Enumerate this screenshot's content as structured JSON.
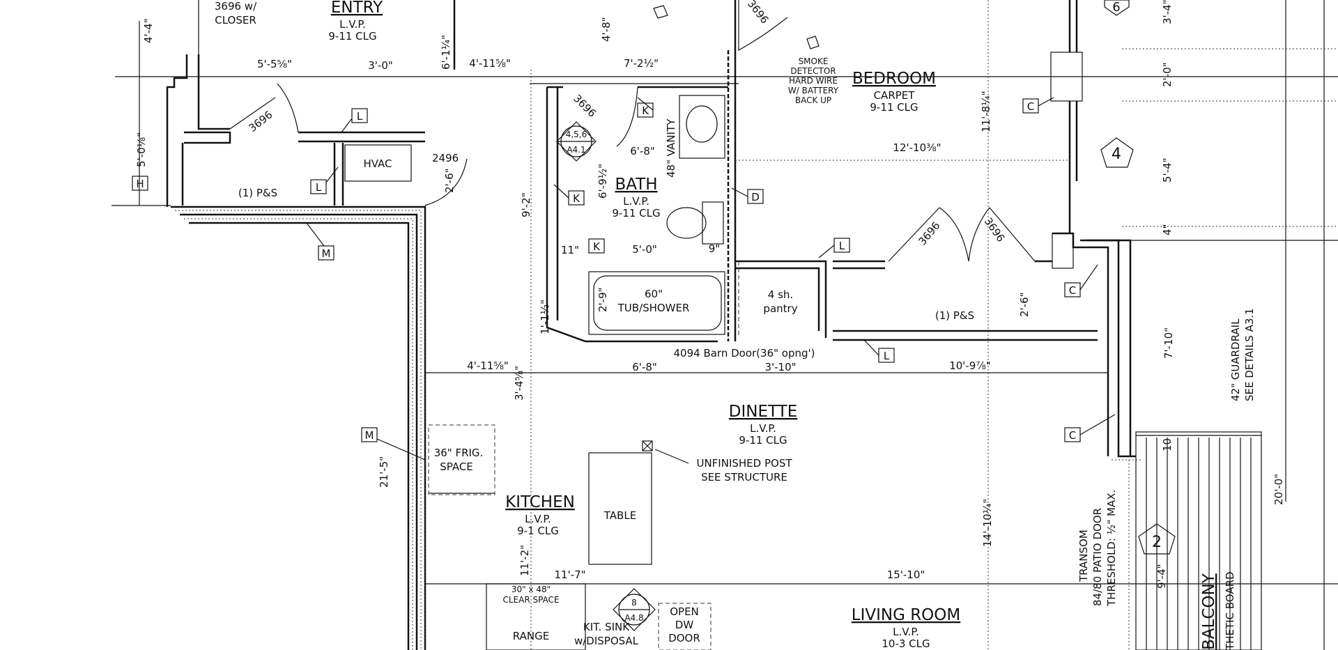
{
  "rooms": {
    "entry": {
      "name": "ENTRY",
      "floor": "L.V.P.",
      "ceiling": "9-11 CLG"
    },
    "bath": {
      "name": "BATH",
      "floor": "L.V.P.",
      "ceiling": "9-11 CLG"
    },
    "bedroom": {
      "name": "BEDROOM",
      "floor": "CARPET",
      "ceiling": "9-11 CLG"
    },
    "dinette": {
      "name": "DINETTE",
      "floor": "L.V.P.",
      "ceiling": "9-11 CLG"
    },
    "kitchen": {
      "name": "KITCHEN",
      "floor": "L.V.P.",
      "ceiling": "9-1 CLG"
    },
    "living": {
      "name": "LIVING ROOM",
      "floor": "L.V.P.",
      "ceiling": "10-3 CLG"
    },
    "balcony": {
      "name": "BALCONY",
      "finish": "THETIC BOARD"
    }
  },
  "labels": {
    "closet_door": "3696 w/",
    "closet_door2": "CLOSER",
    "door_3696_a": "3696",
    "door_3696_bath": "3696",
    "door_3696_bed_top": "3696",
    "door_3696_closet_l": "3696",
    "door_3696_closet_r": "3696",
    "door_2496": "2496",
    "hvac": "HVAC",
    "ps_left": "(1) P&S",
    "ps_right": "(1) P&S",
    "smoke1": "SMOKE",
    "smoke2": "DETECTOR",
    "smoke3": "HARD WIRE",
    "smoke4": "W/ BATTERY",
    "smoke5": "BACK UP",
    "vanity": "48\" VANITY",
    "tub1": "60\"",
    "tub2": "TUB/SHOWER",
    "pantry1": "4 sh.",
    "pantry2": "pantry",
    "barn_door": "4094 Barn Door(36\" opng')",
    "frig1": "36\" FRIG.",
    "frig2": "SPACE",
    "table": "TABLE",
    "post1": "UNFINISHED POST",
    "post2": "SEE STRUCTURE",
    "clear1": "30\" x 48\"",
    "clear2": "CLEAR SPACE",
    "range": "RANGE",
    "sink1": "KIT. SINK",
    "sink2": "w/DISPOSAL",
    "dw1": "OPEN",
    "dw2": "DW",
    "dw3": "DOOR",
    "guard1": "42\" GUARDRAIL",
    "guard2": "SEE DETAILS A3.1",
    "patio1": "TRANSOM",
    "patio2": "84/80 PATIO DOOR",
    "patio3": "THRESHOLD: ½\" MAX."
  },
  "dimensions": {
    "d_4_4": "4'-4\"",
    "d_4_8": "4'-8\"",
    "d_5_5": "5'-5⅝\"",
    "d_3_0": "3'-0\"",
    "d_6_1": "6'-1¼\"",
    "d_4_11a": "4'-11⅝\"",
    "d_7_2": "7'-2½\"",
    "d_5_0a": "5'-0⅛\"",
    "d_6_8a": "6'-8\"",
    "d_6_9": "6'-9½\"",
    "d_2_6a": "2'-6\"",
    "d_9_2": "9'-2\"",
    "d_11_8": "11'-8¼\"",
    "d_12_10": "12'-10⅜\"",
    "d_3_4": "3'-4\"",
    "d_2_0": "2'-0\"",
    "d_5_4": "5'-4\"",
    "d_4in": "4\"",
    "d_11in": "11\"",
    "d_5_0b": "5'-0\"",
    "d_9in": "9\"",
    "d_2_9": "2'-9\"",
    "d_1_1": "1'-1½\"",
    "d_2_6b": "2'-6\"",
    "d_7_10": "7'-10\"",
    "d_4_11b": "4'-11⅝\"",
    "d_3_4b": "3'-4⅝\"",
    "d_6_8b": "6'-8\"",
    "d_3_10": "3'-10\"",
    "d_10_9": "10'-9⅞\"",
    "d_21_5": "21'-5\"",
    "d_14_10": "14'-10¼\"",
    "d_11_2": "11'-2\"",
    "d_11_7": "11'-7\"",
    "d_15_10": "15'-10\"",
    "d_9_4": "9'-4\"",
    "d_20_0": "20'-0\"",
    "d_10": "10"
  },
  "tags": {
    "L1": "L",
    "L2": "L",
    "L3": "L",
    "L4": "L",
    "H": "H",
    "M1": "M",
    "M2": "M",
    "K1": "K",
    "K2": "K",
    "K3": "K",
    "D": "D",
    "C1": "C",
    "C2": "C",
    "C3": "C",
    "sec_bath_top": "4,5,6",
    "sec_bath_bot": "A4.1",
    "sec_kit_top": "8",
    "sec_kit_bot": "A4.8",
    "win4": "4",
    "win6": "6",
    "win2": "2"
  }
}
